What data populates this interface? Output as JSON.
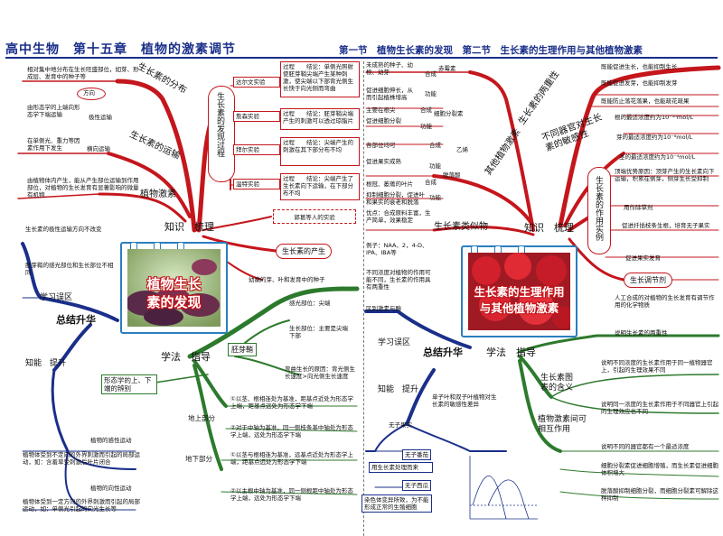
{
  "header": {
    "title": "高中生物　第十五章　植物的激素调节",
    "sections": "第一节　植物生长素的发现　第二节　生长素的生理作用与其他植物激素"
  },
  "left_top": {
    "center_knowledge": "知识　梳理",
    "card_title_1": "植物生长",
    "card_title_2": "素的发现",
    "branch_distribution": "生长素的分布",
    "branch_transport": "生长素的运输",
    "branch_hormone": "植物激素",
    "branch_process": "生长素的发现过程",
    "dist_note": "相对集中地分布在生长旺盛部位，如芽、形成层、发育中的种子等",
    "dist_direction": "方向",
    "dist_polar": "由形态学的上端向形态学下端运输",
    "dist_polar_label": "极性运输",
    "trans_gravity": "在单侧光、重力等因素作用下发生",
    "trans_lateral": "横向运输",
    "hormone_def": "由植物体内产生，能从产生部位运输到作用部位，对植物的生长发育有显著影响的微量有机物",
    "process_items": [
      "达尔文实验",
      "詹森实验",
      "拜尔实验",
      "温特实验"
    ],
    "process_box_1": "过程　　结论：单侧光照射使胚芽鞘尖端产生某种刺激，使尖端以下部背光侧生长快于向光侧而弯曲",
    "process_box_2": "过程　　结论：胚芽鞘尖端产生的刺激可以透过琼脂片",
    "process_box_3": "过程　　结论：尖端产生的刺激在其下部分布不均",
    "process_box_4": "过程　　结论：尖端产生了生长素向下运输，在下部分布不均",
    "guo_label": "郭葛等人的实验",
    "production": "生长素的产生",
    "production_note": "幼嫩的芽、叶和发育中的种子",
    "summary": "总结升华",
    "review": "学习误区",
    "ability": "知能　提升",
    "method": "学法　指导",
    "sprout": "胚芽鞘",
    "polar_note": "生长素的极性运输方向不改变",
    "gravity_note": "胚芽鞘的感光部位和生长部位不相同",
    "perception": "感光部位：尖端",
    "growth_part": "生长部位：主要是尖端下部",
    "bend_reason": "弯曲生长的原因：背光侧生长速度>向光侧生长速度",
    "up_down": "形态学的上、下端的辨别",
    "above": "地上部分",
    "below": "地下部分",
    "above_1": "①以茎、根相连处为基准，距基点近处为形态学上端，距基点远处为形态学下端",
    "above_2": "②对于中轴为基准，同一侧枝条基中轴处为形态学上端，远处为形态学下端",
    "below_1": "①以茎与根相连为基准，远基点近处为形态学上端，距基点远处为形态学下端",
    "below_2": "②以主根中轴为基准，同一侧根距中轴处为形态学上端，远处为形态学下端",
    "tropism_1": "植物的感性运动",
    "tropism_1_desc": "植物体受到不定向的外界刺激而引起的局部运动，如：含羞草受刺激后叶片闭合",
    "tropism_2": "植物的向性运动",
    "tropism_2_desc": "植物体受到一定方向的外界刺激而引起的局部运动，如：单侧光引起的向光生长等"
  },
  "right_top": {
    "center_knowledge": "知识　梳理",
    "card_title_1": "生长素的生理作用",
    "card_title_2": "与其他植物激素",
    "branch_two_sides": "生长素的两重性",
    "branch_other": "其他植物激素",
    "branch_analog": "生长素类似物",
    "branch_sensitivity": "不同器官对生长素的敏感性",
    "branch_application": "生长素的作用实例",
    "two_sides_items": [
      "既能促进生长，也能抑制生长",
      "既能促进发芽，也能抑制发芽",
      "既能防止落花落果，也能疏花疏果"
    ],
    "sensitivity_items": [
      "根的最适浓度约为10⁻¹⁰mol/L",
      "芽的最适浓度约为10⁻⁸mol/L",
      "茎的最适浓度约为10⁻⁴mol/L"
    ],
    "application_items": [
      "顶端优势原因：顶芽产生的生长素向下运输，积累在侧芽，侧芽生长受抑制",
      "用作除草剂",
      "促进扦插枝条生根，培育无子果实",
      "促进果实发育"
    ],
    "regulator": "生长调节剂",
    "regulator_note": "人工合成的对植物的生长发育有调节作用的化学物质",
    "hormones": [
      "赤霉素",
      "细胞分裂素",
      "脱落酸",
      "乙烯"
    ],
    "hormone_notes": [
      "未成熟的种子、幼根、幼芽",
      "促进细胞伸长，从而引起植株增高",
      "主要在根尖",
      "促进细胞分裂",
      "各部位均可",
      "促进果实成熟",
      "根冠、萎蔫的叶片",
      "抑制细胞分裂，促进叶和果实的衰老和脱落"
    ],
    "hormone_verbs": [
      "合成",
      "功能",
      "合成",
      "功能",
      "合成",
      "功能",
      "合成",
      "功能"
    ],
    "analog_note": "优点：合成原料丰富，生产简单，效果稳定",
    "analog_examples": "例子：NAA、2，4-D、IPA、IBA等",
    "summary": "总结升华",
    "review": "学习误区",
    "ability": "知能　提升",
    "method": "学法　指导",
    "plant_note": "不同浓度对植物的作用可能不同，生长素的作用具有两重性",
    "distinguish": "区别激素与酶",
    "seed": "无子果实",
    "seed_1": "无子番茄",
    "seed_1_desc": "用生长素处理而来",
    "seed_2": "无子西瓜",
    "seed_2_desc": "染色体变异所致，为不能形成正常的生殖细胞",
    "double_dicot": "单子叶和双子叶植物对生长素的敏感性差异",
    "two_sides_desc": "说明生长素的两重性",
    "curve_label": "生长素图表的含义",
    "curve_1": "说明不同浓度的生长素作用于同一植物器官上，引起的生理效果不同",
    "curve_2": "说明同一浓度的生长素作用于不同器官上引起的生理效应也不同",
    "interaction": "植物激素间可相互作用",
    "interaction_1": "说明不同的器官都有一个最适浓度",
    "interaction_2": "细胞分裂素促进细胞增殖，而生长素促进细胞体积增大",
    "interaction_3": "脱落酸抑制细胞分裂，而细胞分裂素可解除这种抑制"
  },
  "colors": {
    "title": "#1a2f8a",
    "red": "#c4161c",
    "green": "#2d7a2d",
    "blue": "#1a2f8a"
  }
}
